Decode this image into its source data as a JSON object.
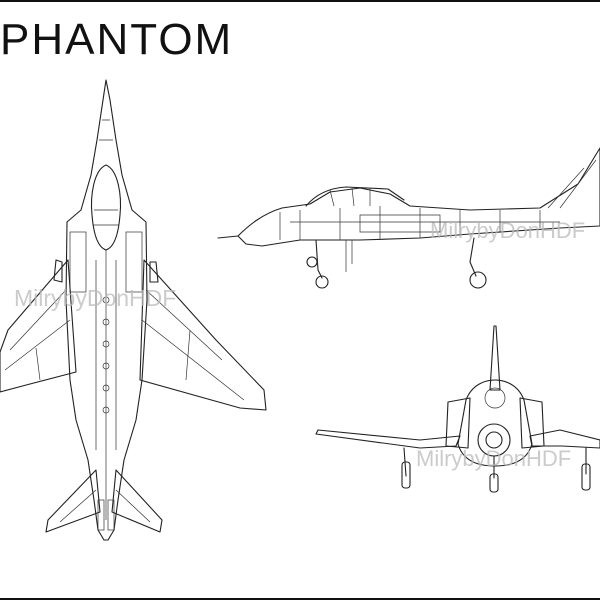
{
  "title": "PHANTOM",
  "views": [
    {
      "name": "top-view"
    },
    {
      "name": "side-view"
    },
    {
      "name": "front-view"
    }
  ],
  "watermarks": {
    "top": "MilrybyDonHDF",
    "side": "MilrybyDonHDF",
    "front": "MilrybyDonHDF"
  },
  "colors": {
    "line": "#222222",
    "background": "#ffffff",
    "watermark": "#b9b9b9"
  }
}
